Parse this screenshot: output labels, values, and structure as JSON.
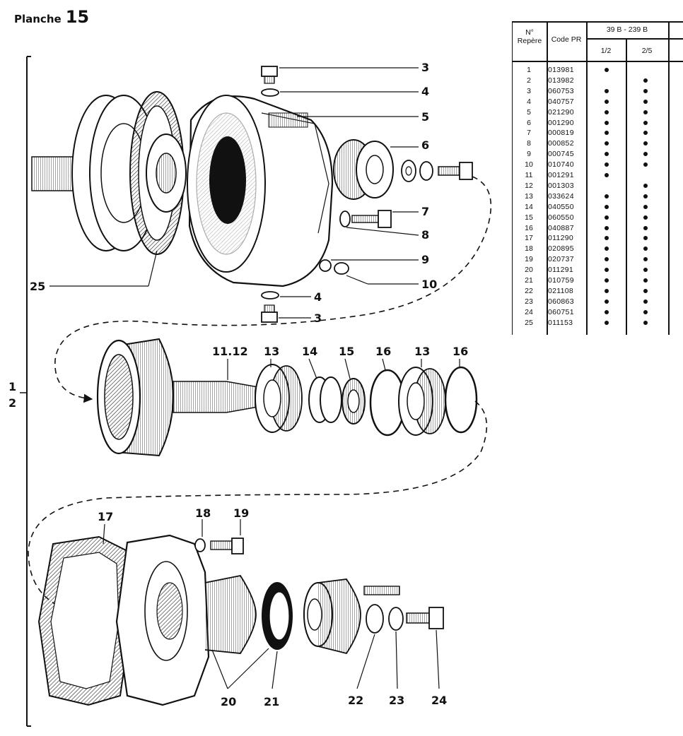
{
  "title": {
    "word": "Planche",
    "number": "15"
  },
  "callouts": {
    "c3a": "3",
    "c4a": "4",
    "c5": "5",
    "c6": "6",
    "c7": "7",
    "c8": "8",
    "c9": "9",
    "c10": "10",
    "c4b": "4",
    "c3b": "3",
    "c25": "25",
    "c1112": "11.12",
    "c13a": "13",
    "c14": "14",
    "c15": "15",
    "c16a": "16",
    "c13b": "13",
    "c16b": "16",
    "c1": "1",
    "c2": "2",
    "c17": "17",
    "c18": "18",
    "c19": "19",
    "c20": "20",
    "c21": "21",
    "c22": "22",
    "c23": "23",
    "c24": "24"
  },
  "table": {
    "col_no": "N°\nRepère",
    "col_code": "Code PR",
    "group": "39 B - 239 B",
    "sub1": "1/2",
    "sub2": "2/5",
    "rows": [
      {
        "no": "1",
        "code": "013981",
        "a": true,
        "b": false
      },
      {
        "no": "2",
        "code": "013982",
        "a": false,
        "b": true
      },
      {
        "no": "3",
        "code": "060753",
        "a": true,
        "b": true
      },
      {
        "no": "4",
        "code": "040757",
        "a": true,
        "b": true
      },
      {
        "no": "5",
        "code": "021290",
        "a": true,
        "b": true
      },
      {
        "no": "6",
        "code": "001290",
        "a": true,
        "b": true
      },
      {
        "no": "7",
        "code": "000819",
        "a": true,
        "b": true
      },
      {
        "no": "8",
        "code": "000852",
        "a": true,
        "b": true
      },
      {
        "no": "9",
        "code": "000745",
        "a": true,
        "b": true
      },
      {
        "no": "10",
        "code": "010740",
        "a": true,
        "b": true
      },
      {
        "no": "11",
        "code": "001291",
        "a": true,
        "b": false
      },
      {
        "no": "12",
        "code": "001303",
        "a": false,
        "b": true
      },
      {
        "no": "13",
        "code": "033624",
        "a": true,
        "b": true
      },
      {
        "no": "14",
        "code": "040550",
        "a": true,
        "b": true
      },
      {
        "no": "15",
        "code": "060550",
        "a": true,
        "b": true
      },
      {
        "no": "16",
        "code": "040887",
        "a": true,
        "b": true
      },
      {
        "no": "17",
        "code": "011290",
        "a": true,
        "b": true
      },
      {
        "no": "18",
        "code": "020895",
        "a": true,
        "b": true
      },
      {
        "no": "19",
        "code": "020737",
        "a": true,
        "b": true
      },
      {
        "no": "20",
        "code": "011291",
        "a": true,
        "b": true
      },
      {
        "no": "21",
        "code": "010759",
        "a": true,
        "b": true
      },
      {
        "no": "22",
        "code": "021108",
        "a": true,
        "b": true
      },
      {
        "no": "23",
        "code": "060863",
        "a": true,
        "b": true
      },
      {
        "no": "24",
        "code": "060751",
        "a": true,
        "b": true
      },
      {
        "no": "25",
        "code": "011153",
        "a": true,
        "b": true
      }
    ]
  }
}
